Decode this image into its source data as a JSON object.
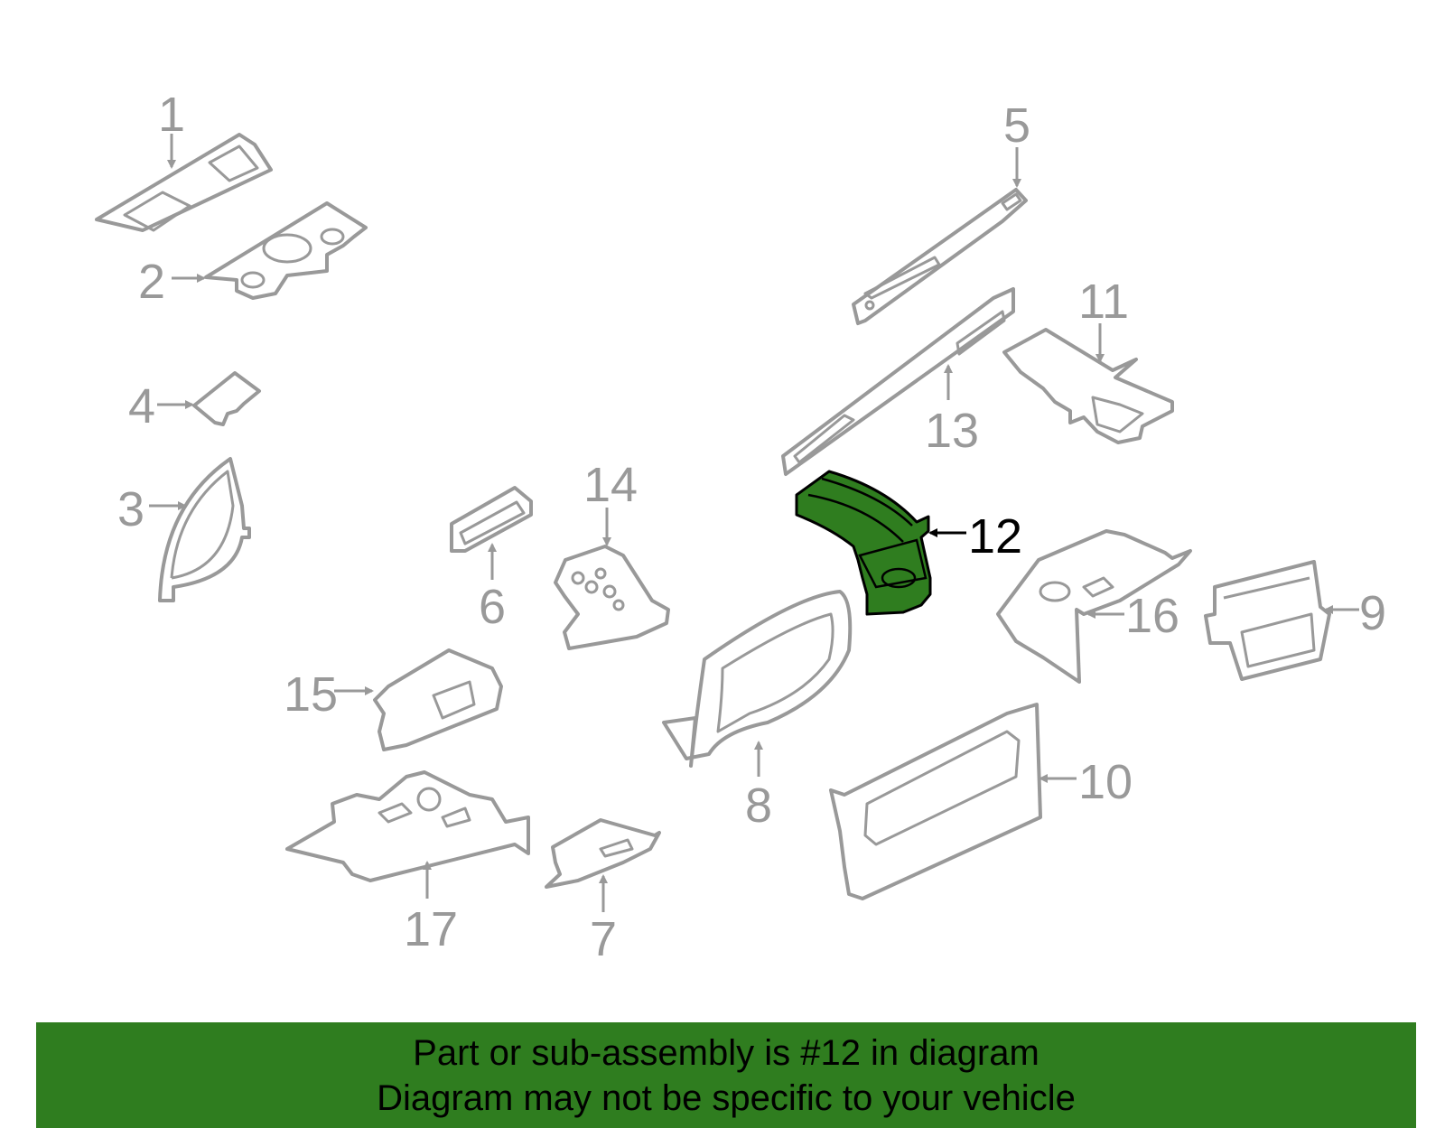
{
  "banner": {
    "line1": "Part or sub-assembly is #12 in diagram",
    "line2": "Diagram may not be specific to your vehicle"
  },
  "colors": {
    "highlight": "#2f7d1f",
    "parts_outline": "#999999",
    "highlight_label": "#000000"
  },
  "highlighted_part": "12",
  "callouts": {
    "c1": "1",
    "c2": "2",
    "c3": "3",
    "c4": "4",
    "c5": "5",
    "c6": "6",
    "c7": "7",
    "c8": "8",
    "c9": "9",
    "c10": "10",
    "c11": "11",
    "c12": "12",
    "c13": "13",
    "c14": "14",
    "c15": "15",
    "c16": "16",
    "c17": "17"
  }
}
